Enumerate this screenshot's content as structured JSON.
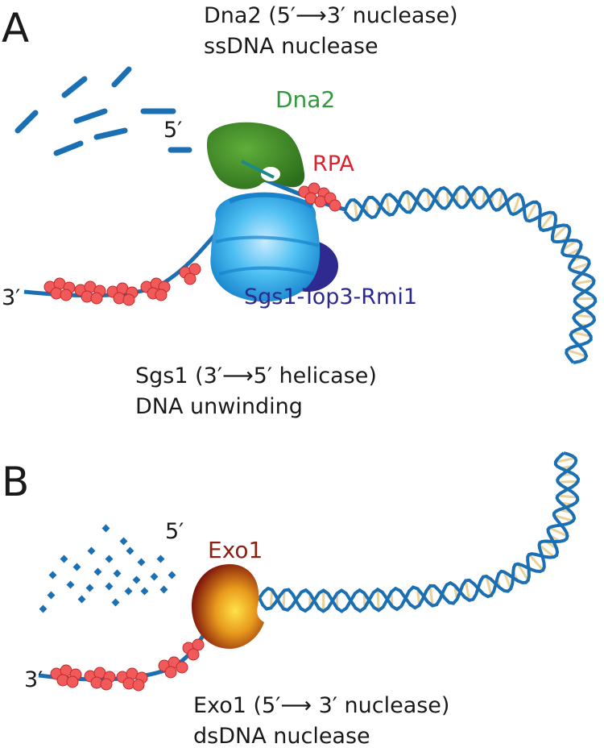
{
  "panel_a": {
    "letter": "A",
    "top_caption_line1": "Dna2 (5′⟶3′ nuclease)",
    "top_caption_line2": "ssDNA nuclease",
    "dna2_label": "Dna2",
    "rpa_label": "RPA",
    "five_prime": "5′",
    "three_prime": "3′",
    "str_label": "Sgs1-Top3-Rmi1",
    "bottom_caption_line1": "Sgs1 (3′⟶5′ helicase)",
    "bottom_caption_line2": "DNA unwinding"
  },
  "panel_b": {
    "letter": "B",
    "exo1_label": "Exo1",
    "five_prime": "5′",
    "three_prime": "3′",
    "caption_line1": "Exo1 (5′⟶ 3′ nuclease)",
    "caption_line2": "dsDNA nuclease"
  },
  "colors": {
    "dna_strand": "#1b6fb3",
    "dna_rung": "#e8d19a",
    "rpa": "#f05a5a",
    "dna2": "#3f8f2a",
    "dna2_label": "#2e9a3a",
    "rpa_label": "#e0202a",
    "str_protein": "#29a9e8",
    "str_dark": "#2f2a8f",
    "str_label": "#2c2a90",
    "exo1_outer": "#8b1a0f",
    "exo1_inner": "#f6c21a",
    "exo1_label": "#8b1f12",
    "text": "#1a1a1a"
  }
}
